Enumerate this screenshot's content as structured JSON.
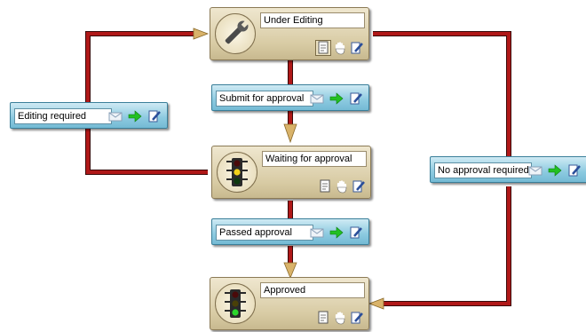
{
  "states": {
    "under_editing": "Under Editing",
    "waiting_for_approval": "Waiting for approval",
    "approved": "Approved"
  },
  "transitions": {
    "submit_for_approval": "Submit for approval",
    "editing_required": "Editing required",
    "passed_approval": "Passed approval",
    "no_approval_required": "No approval required"
  },
  "icons": {
    "state_header": [
      "wrench-icon",
      "traffic-light-icon"
    ],
    "state_tools": [
      "document-icon",
      "hand-icon",
      "edit-icon"
    ],
    "transition_tools": [
      "envelope-icon",
      "arrow-right-icon",
      "edit-icon"
    ]
  },
  "colors": {
    "connector": "#b01818",
    "connector_border": "#3a0a0a",
    "arrowhead": "#d9b36a",
    "state_background": "#d8cba4",
    "transition_background": "#8ccae0"
  }
}
